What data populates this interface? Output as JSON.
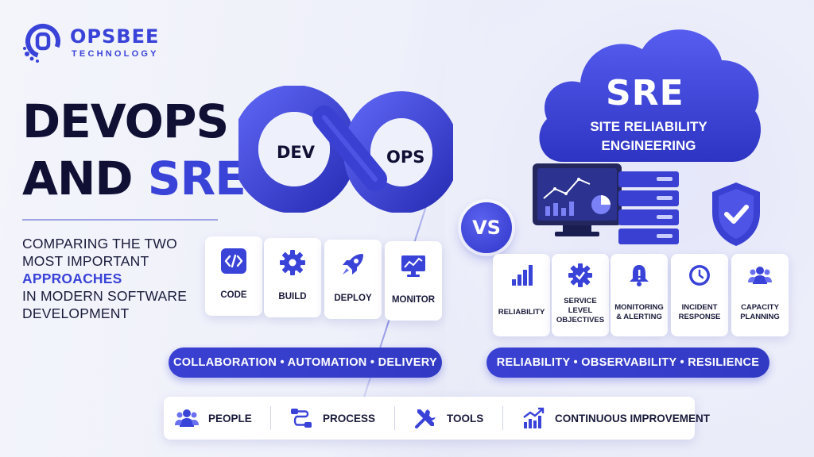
{
  "brand": {
    "name": "OPSBEE",
    "tagline": "TECHNOLOGY",
    "primary_color": "#3a43d8",
    "dark_color": "#0f1033"
  },
  "title": {
    "line1": "DEVOPS",
    "line2_prefix": "AND ",
    "line2_accent": "SRE"
  },
  "subtitle": {
    "line1": "COMPARING THE TWO",
    "line2": "MOST IMPORTANT",
    "line3": "APPROACHES",
    "line4": "IN MODERN SOFTWARE",
    "line5": "DEVELOPMENT"
  },
  "devops": {
    "left_label": "DEV",
    "right_label": "OPS",
    "cards": [
      {
        "label": "CODE",
        "icon": "code-icon"
      },
      {
        "label": "BUILD",
        "icon": "gear-icon"
      },
      {
        "label": "DEPLOY",
        "icon": "rocket-icon"
      },
      {
        "label": "MONITOR",
        "icon": "monitor-chart-icon"
      }
    ],
    "pill": "COLLABORATION • AUTOMATION • DELIVERY"
  },
  "vs_label": "VS",
  "sre": {
    "title": "SRE",
    "subtitle_line1": "SITE RELIABILITY",
    "subtitle_line2": "ENGINEERING",
    "cards": [
      {
        "lines": [
          "RELIABILITY"
        ],
        "icon": "bar-chart-icon"
      },
      {
        "lines": [
          "SERVICE",
          "LEVEL",
          "OBJECTIVES"
        ],
        "icon": "gear-check-icon"
      },
      {
        "lines": [
          "MONITORING",
          "& ALERTING"
        ],
        "icon": "bell-icon"
      },
      {
        "lines": [
          "INCIDENT",
          "RESPONSE"
        ],
        "icon": "clock-icon"
      },
      {
        "lines": [
          "CAPACITY",
          "PLANNING"
        ],
        "icon": "people-icon"
      }
    ],
    "pill": "RELIABILITY • OBSERVABILITY • RESILIENCE"
  },
  "bottom_bar": [
    {
      "label": "PEOPLE",
      "icon": "people-icon"
    },
    {
      "label": "PROCESS",
      "icon": "process-flow-icon"
    },
    {
      "label": "TOOLS",
      "icon": "tools-icon"
    },
    {
      "label": "CONTINUOUS IMPROVEMENT",
      "icon": "growth-chart-icon"
    }
  ]
}
